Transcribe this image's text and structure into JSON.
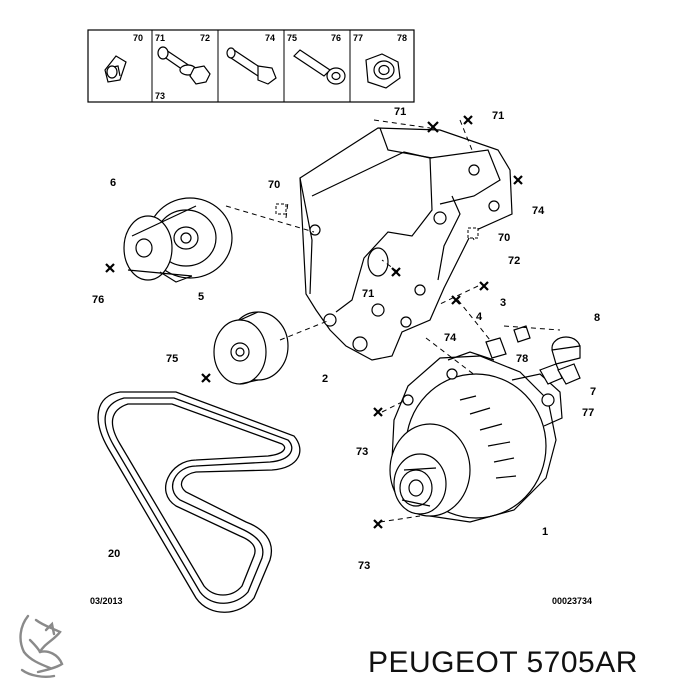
{
  "parts_strip": {
    "labels": [
      "70",
      "71",
      "72",
      "73",
      "74",
      "75",
      "76",
      "77",
      "78"
    ]
  },
  "callouts": {
    "alternator": "1",
    "bracket": "2",
    "part_3": "3",
    "part_4": "4",
    "idler_pulley": "5",
    "tensioner": "6",
    "part_7": "7",
    "part_8": "8",
    "belt": "20",
    "c70a": "70",
    "c70b": "70",
    "c71a": "71",
    "c71b": "71",
    "c71c": "71",
    "c72": "72",
    "c73a": "73",
    "c73b": "73",
    "c74a": "74",
    "c74b": "74",
    "c75": "75",
    "c76": "76",
    "c77": "77",
    "c78": "78"
  },
  "footer": {
    "date": "03/2013",
    "ref": "00023734",
    "title": "PEUGEOT 5705AR",
    "logo": "peugeot-lion-logo"
  }
}
